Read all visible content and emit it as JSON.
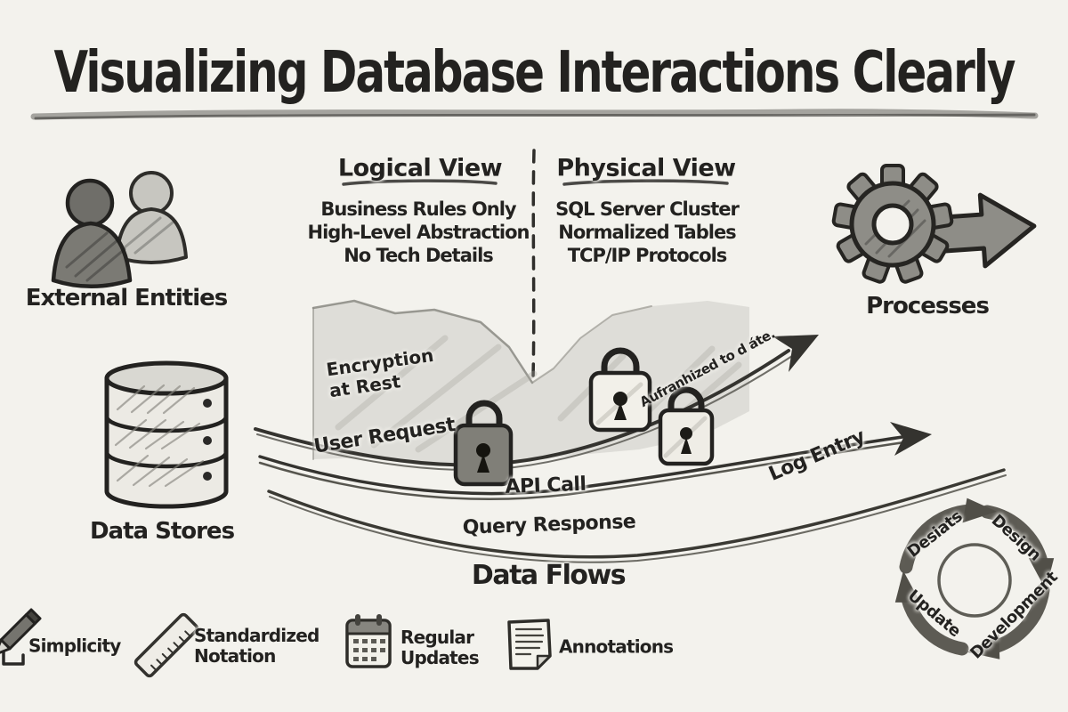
{
  "title": "Visualizing Database Interactions Clearly",
  "views": {
    "logical": {
      "heading": "Logical View",
      "items": [
        "Business Rules Only",
        "High-Level Abstraction",
        "No Tech Details"
      ]
    },
    "physical": {
      "heading": "Physical View",
      "items": [
        "SQL Server Cluster",
        "Normalized Tables",
        "TCP/IP Protocols"
      ]
    }
  },
  "nodes": {
    "external_entities": "External Entities",
    "processes": "Processes",
    "data_stores": "Data Stores"
  },
  "flows": {
    "section_label": "Data Flows",
    "labels": {
      "user_request": "User Request",
      "api_call": "API Call",
      "query_response": "Query Response",
      "log_entry": "Log Entry"
    },
    "annotations": {
      "encryption": "Encryption\nat Rest",
      "authorization": "Aufranhized to d áte."
    }
  },
  "cycle": {
    "segments": [
      "Desiats",
      "Design",
      "Development",
      "Update"
    ]
  },
  "legend": {
    "items": [
      {
        "icon": "pencil-icon",
        "label": "Simplicity"
      },
      {
        "icon": "ruler-icon",
        "label": "Standardized\nNotation"
      },
      {
        "icon": "calendar-icon",
        "label": "Regular\nUpdates"
      },
      {
        "icon": "note-icon",
        "label": "Annotations"
      }
    ]
  },
  "colors": {
    "paper": "#f3f2ed",
    "ink": "#232220",
    "pencil_gray": "#8a8982",
    "shade": "#c7c6c0"
  }
}
